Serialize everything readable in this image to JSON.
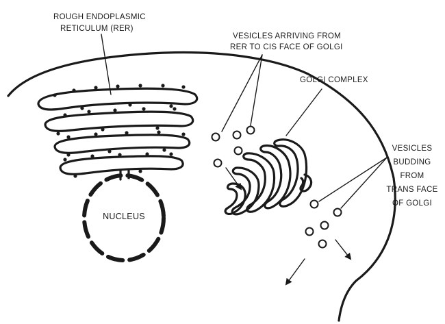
{
  "labels": {
    "rer_line1": "ROUGH ENDOPLASMIC",
    "rer_line2": "RETICULUM (RER)",
    "vesicles_arriving_line1": "VESICLES ARRIVING FROM",
    "vesicles_arriving_line2": "RER TO CIS FACE OF GOLGI",
    "golgi": "GOLGI COMPLEX",
    "budding_line1": "VESICLES",
    "budding_line2": "BUDDING",
    "budding_line3": "FROM",
    "budding_line4": "TRANS FACE",
    "budding_line5": "OF GOLGI",
    "nucleus": "NUCLEUS"
  }
}
